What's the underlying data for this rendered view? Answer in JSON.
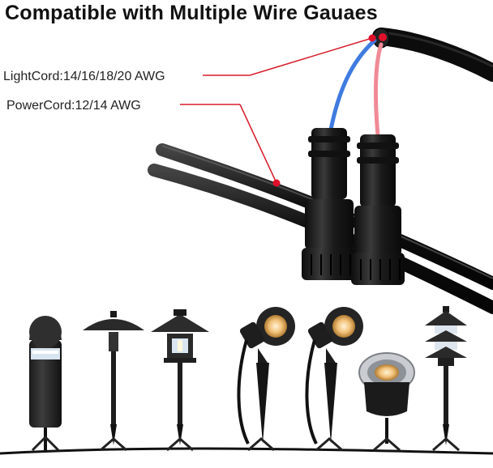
{
  "title": "Compatible with Multiple Wire Gauaes",
  "labels": {
    "light_cord": "LightCord:14/16/18/20 AWG",
    "power_cord": "PowerCord:12/14 AWG"
  },
  "colors": {
    "callout_line": "#d81e2c",
    "callout_dot": "#e0102a",
    "blue_wire": "#3f7be0",
    "red_wire": "#f08a96",
    "cable": "#151515",
    "connector": "#1c1c1c",
    "warm_led": "#f2c27a"
  },
  "icons": [
    "bollard-light-icon",
    "mushroom-path-light-icon",
    "pagoda-lantern-icon",
    "spotlight-icon",
    "spotlight-icon",
    "in-ground-well-light-icon",
    "tiered-pagoda-light-icon"
  ]
}
